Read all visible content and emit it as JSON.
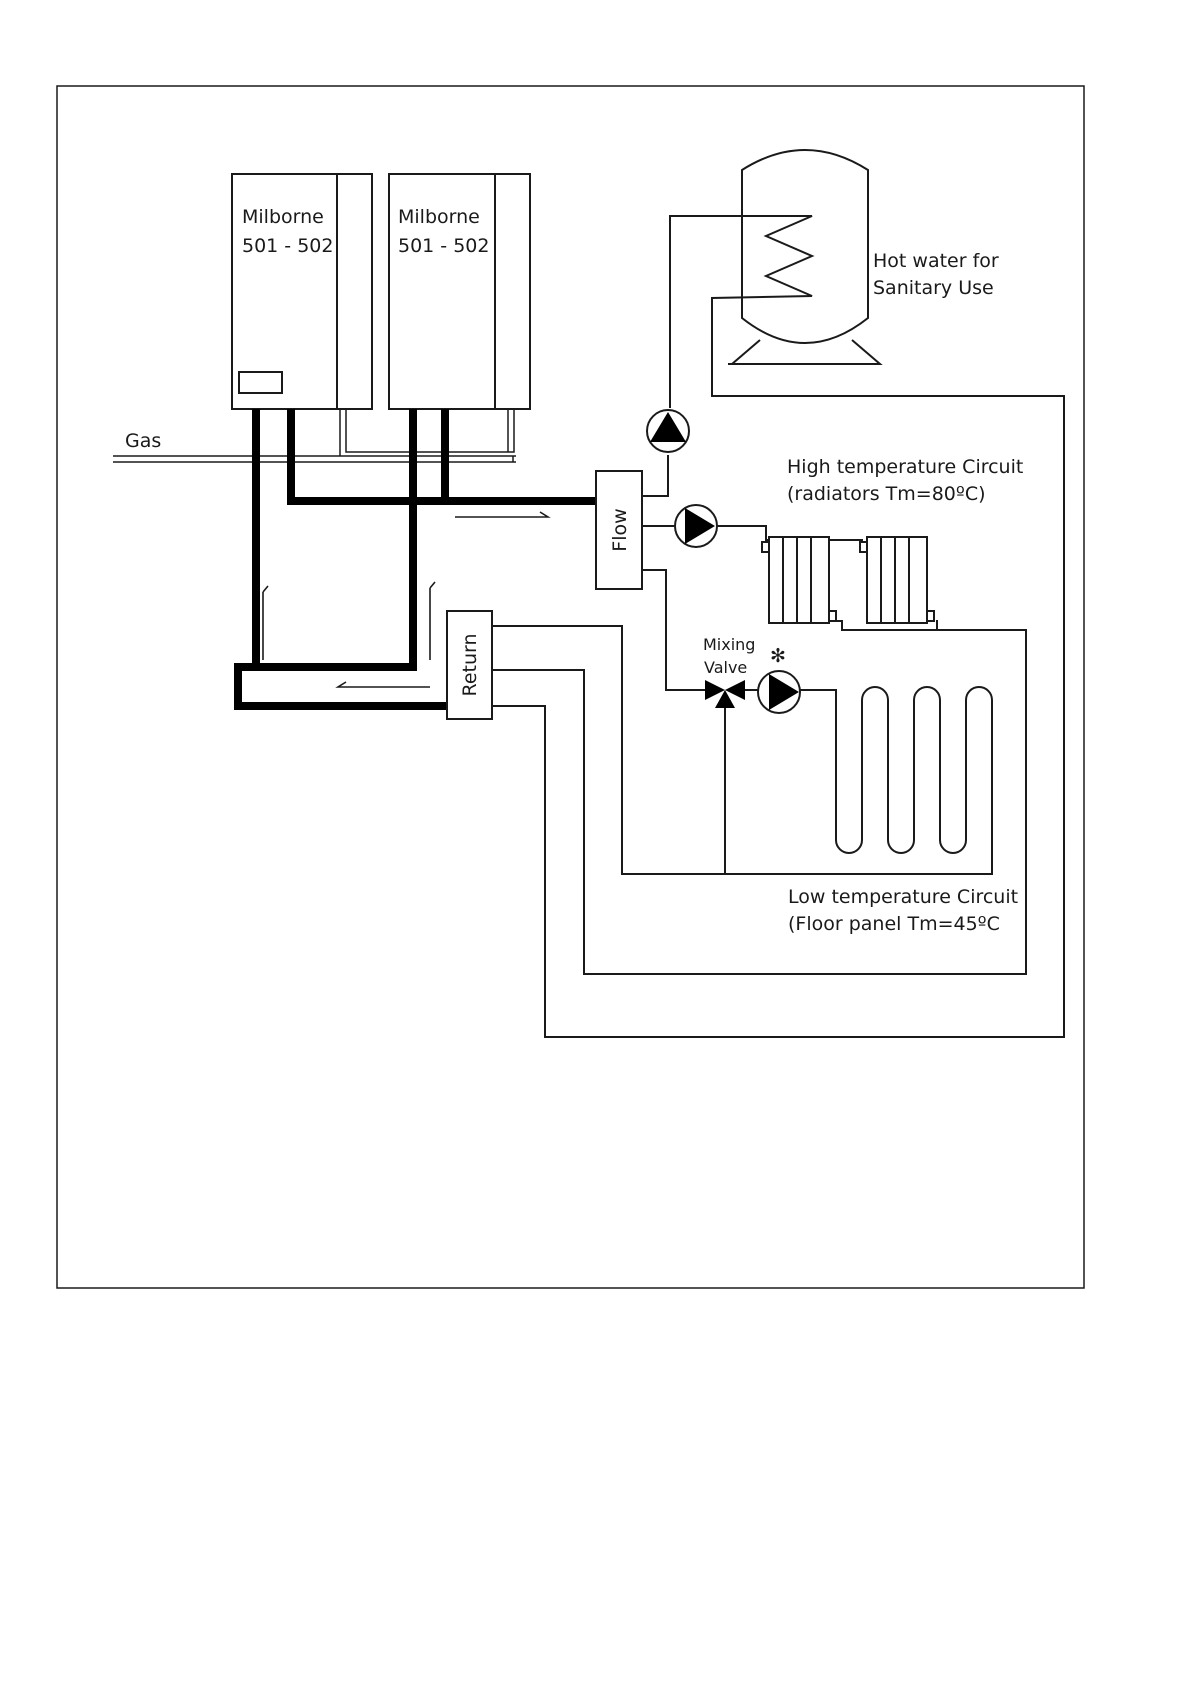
{
  "boilers": [
    {
      "line1": "Milborne",
      "line2": "501 - 502"
    },
    {
      "line1": "Milborne",
      "line2": "501 - 502"
    }
  ],
  "gas_label": "Gas",
  "flow_label": "Flow",
  "return_label": "Return",
  "hot_water": {
    "line1": "Hot water for",
    "line2": "Sanitary Use"
  },
  "high_temp": {
    "line1": "High temperature Circuit",
    "line2": "(radiators Tm=80ºC)"
  },
  "low_temp": {
    "line1": "Low temperature Circuit",
    "line2": "(Floor panel Tm=45ºC"
  },
  "mixing_valve": {
    "line1": "Mixing",
    "line2": "Valve"
  },
  "asterisk": "✻"
}
